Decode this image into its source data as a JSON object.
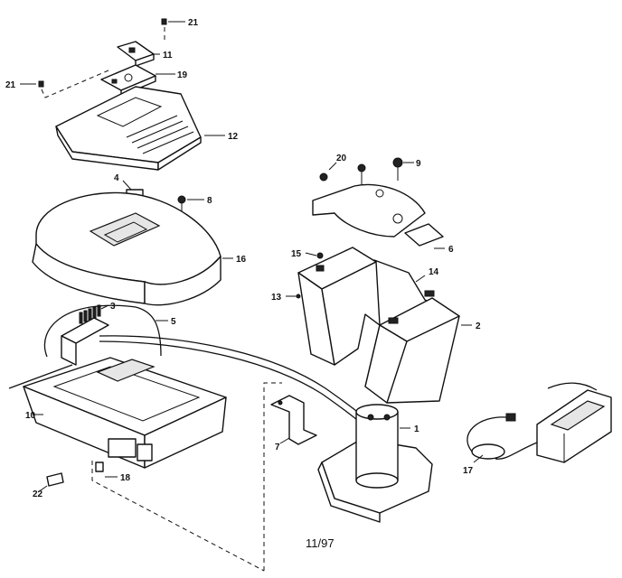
{
  "callouts": {
    "c1": "1",
    "c2": "2",
    "c3": "3",
    "c4": "4",
    "c5": "5",
    "c6": "6",
    "c7": "7",
    "c8": "8",
    "c9": "9",
    "c10": "10",
    "c11": "11",
    "c12": "12",
    "c13": "13",
    "c14": "14",
    "c15": "15",
    "c16": "16",
    "c17": "17",
    "c18": "18",
    "c19": "19",
    "c20": "20",
    "c21a": "21",
    "c21b": "21",
    "c22": "22"
  },
  "date_code": "11/97"
}
